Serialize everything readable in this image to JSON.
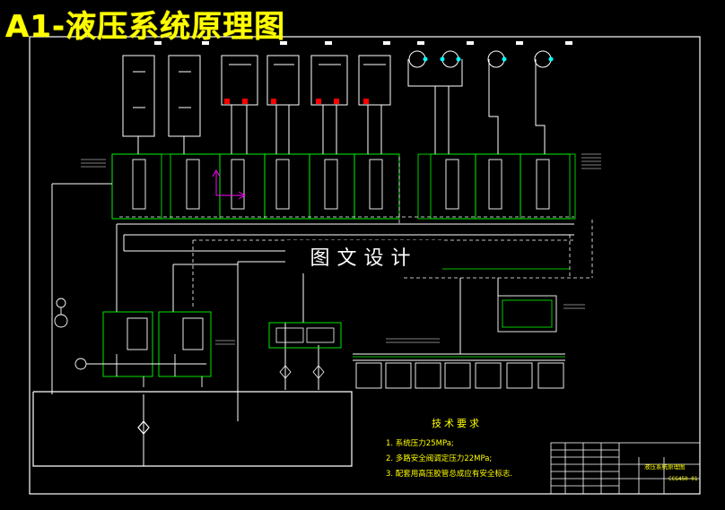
{
  "drawing": {
    "title": "A1-液压系统原理图",
    "watermark": "图文设计",
    "requirements": {
      "heading": "技术要求",
      "items": [
        "1. 系统压力25MPa;",
        "2. 多路安全阀调定压力22MPa;",
        "3. 配套用高压胶管总成应有安全标志."
      ]
    },
    "title_block": {
      "name": "液压系统原理图",
      "code": "CCG450-01"
    }
  },
  "colors": {
    "background": "#000000",
    "line": "#ffffff",
    "component": "#00ff00",
    "annotation": "#ffff00",
    "marker": "#ff0000",
    "accent": "#00ffff",
    "arrow": "#ff00ff"
  }
}
